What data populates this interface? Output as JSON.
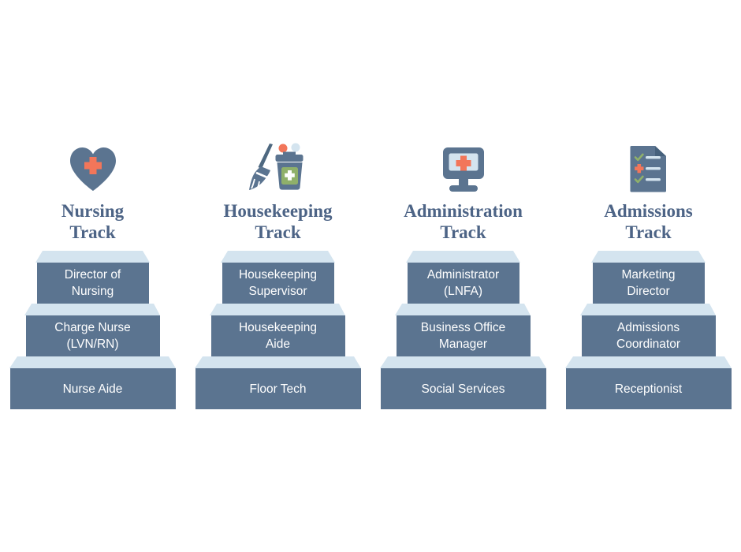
{
  "page": {
    "background_color": "#ffffff",
    "accent_slate": "#5b7490",
    "accent_light_blue": "#d4e4ef",
    "accent_orange": "#f2765a",
    "accent_green": "#8fb06a",
    "heading_color": "#4d6486",
    "step_text_color": "#ffffff"
  },
  "tracks": [
    {
      "id": "nursing",
      "icon": "heart-medical-icon",
      "title_line1": "Nursing",
      "title_line2": "Track",
      "steps": [
        {
          "line1": "Director of",
          "line2": "Nursing"
        },
        {
          "line1": "Charge Nurse",
          "line2": "(LVN/RN)"
        },
        {
          "line1": "Nurse Aide",
          "line2": ""
        }
      ]
    },
    {
      "id": "housekeeping",
      "icon": "broom-bucket-icon",
      "title_line1": "Housekeeping",
      "title_line2": "Track",
      "steps": [
        {
          "line1": "Housekeeping",
          "line2": "Supervisor"
        },
        {
          "line1": "Housekeeping",
          "line2": "Aide"
        },
        {
          "line1": "Floor Tech",
          "line2": ""
        }
      ]
    },
    {
      "id": "administration",
      "icon": "monitor-medical-icon",
      "title_line1": "Administration",
      "title_line2": "Track",
      "steps": [
        {
          "line1": "Administrator",
          "line2": "(LNFA)"
        },
        {
          "line1": "Business Office",
          "line2": "Manager"
        },
        {
          "line1": "Social Services",
          "line2": ""
        }
      ]
    },
    {
      "id": "admissions",
      "icon": "checklist-document-icon",
      "title_line1": "Admissions",
      "title_line2": "Track",
      "steps": [
        {
          "line1": "Marketing",
          "line2": "Director"
        },
        {
          "line1": "Admissions",
          "line2": "Coordinator"
        },
        {
          "line1": "Receptionist",
          "line2": ""
        }
      ]
    }
  ]
}
